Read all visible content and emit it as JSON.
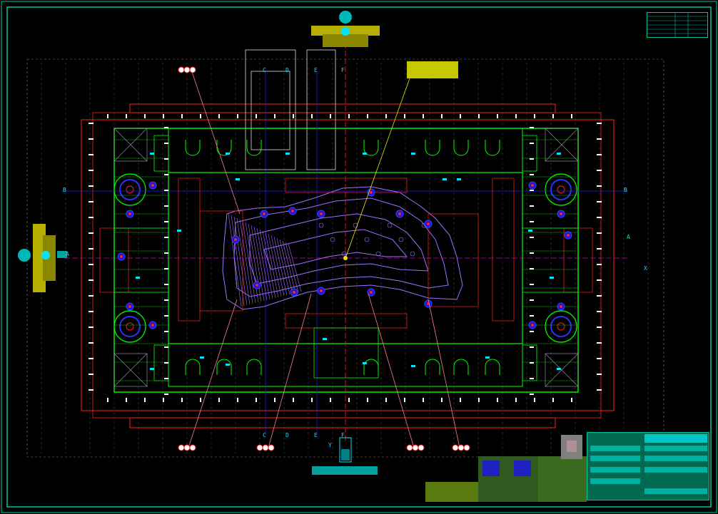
{
  "drawing": {
    "title_tag": "",
    "bottom_label": "",
    "section_marks": [
      "B",
      "B",
      "C",
      "D",
      "E",
      "F",
      "C",
      "D",
      "E",
      "F",
      "A",
      "A",
      "X",
      "Y"
    ],
    "title_block": {
      "header": "",
      "cells": [
        "",
        "",
        "",
        "",
        "",
        "",
        "",
        ""
      ]
    },
    "revision_table": {
      "cols": [
        "",
        "",
        ""
      ]
    }
  },
  "colors": {
    "frame": "#00c8a0",
    "mold_outline": "#00ff00",
    "plate": "#ff2020",
    "part": "#a070ff",
    "axis": "#2020ff",
    "callout": "#ff8080",
    "marker": "#e8e800",
    "dimension": "#ffffff",
    "cyan": "#00e5ff"
  }
}
